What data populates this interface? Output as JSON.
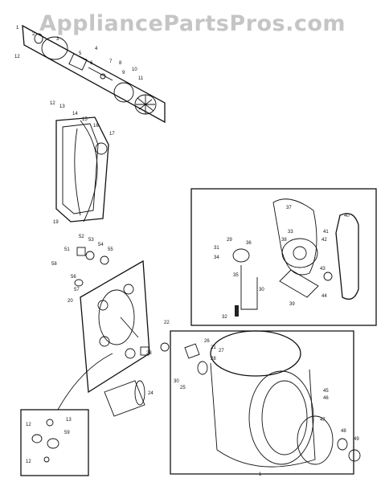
{
  "watermark": "AppliancePartsPros.com",
  "part_labels": [
    {
      "id": "l1",
      "text": "1"
    },
    {
      "id": "l2",
      "text": "2"
    },
    {
      "id": "l3",
      "text": "3"
    },
    {
      "id": "l4",
      "text": "4"
    },
    {
      "id": "l5",
      "text": "5"
    },
    {
      "id": "l6",
      "text": "6"
    },
    {
      "id": "l7",
      "text": "7"
    },
    {
      "id": "l8",
      "text": "8"
    },
    {
      "id": "l9",
      "text": "9"
    },
    {
      "id": "l10",
      "text": "10"
    },
    {
      "id": "l11",
      "text": "11"
    },
    {
      "id": "l12a",
      "text": "12"
    },
    {
      "id": "l12b",
      "text": "12"
    },
    {
      "id": "l13",
      "text": "13"
    },
    {
      "id": "l14",
      "text": "14"
    },
    {
      "id": "l15",
      "text": "15"
    },
    {
      "id": "l16",
      "text": "16"
    },
    {
      "id": "l17",
      "text": "17"
    },
    {
      "id": "l19",
      "text": "19"
    },
    {
      "id": "l20",
      "text": "20"
    },
    {
      "id": "l21",
      "text": "21"
    },
    {
      "id": "l22",
      "text": "22"
    },
    {
      "id": "l23",
      "text": "23"
    },
    {
      "id": "l24",
      "text": "24"
    },
    {
      "id": "l25",
      "text": "25"
    },
    {
      "id": "l26",
      "text": "26"
    },
    {
      "id": "l27",
      "text": "27"
    },
    {
      "id": "l28",
      "text": "28"
    },
    {
      "id": "l29",
      "text": "29"
    },
    {
      "id": "l30",
      "text": "30"
    },
    {
      "id": "l30b",
      "text": "30"
    },
    {
      "id": "l31",
      "text": "31"
    },
    {
      "id": "l32",
      "text": "32"
    },
    {
      "id": "l33",
      "text": "33"
    },
    {
      "id": "l34",
      "text": "34"
    },
    {
      "id": "l35",
      "text": "35"
    },
    {
      "id": "l36",
      "text": "36"
    },
    {
      "id": "l37",
      "text": "37"
    },
    {
      "id": "l38",
      "text": "38"
    },
    {
      "id": "l39",
      "text": "39"
    },
    {
      "id": "l40",
      "text": "40"
    },
    {
      "id": "l41",
      "text": "41"
    },
    {
      "id": "l42",
      "text": "42"
    },
    {
      "id": "l43",
      "text": "43"
    },
    {
      "id": "l44",
      "text": "44"
    },
    {
      "id": "l45",
      "text": "45"
    },
    {
      "id": "l46",
      "text": "46"
    },
    {
      "id": "l47",
      "text": "47"
    },
    {
      "id": "l48",
      "text": "48"
    },
    {
      "id": "l49",
      "text": "49"
    },
    {
      "id": "l51",
      "text": "51"
    },
    {
      "id": "l52",
      "text": "52"
    },
    {
      "id": "l53",
      "text": "53"
    },
    {
      "id": "l54",
      "text": "54"
    },
    {
      "id": "l55",
      "text": "55"
    },
    {
      "id": "l56",
      "text": "56"
    },
    {
      "id": "l57",
      "text": "57"
    },
    {
      "id": "l58",
      "text": "58"
    },
    {
      "id": "l12c",
      "text": "12"
    },
    {
      "id": "l13b",
      "text": "13"
    },
    {
      "id": "l59",
      "text": "59"
    },
    {
      "id": "l12d",
      "text": "12"
    },
    {
      "id": "l1b",
      "text": "1"
    }
  ],
  "colors": {
    "ink": "#111111",
    "watermark": "#969696",
    "background": "#ffffff"
  }
}
